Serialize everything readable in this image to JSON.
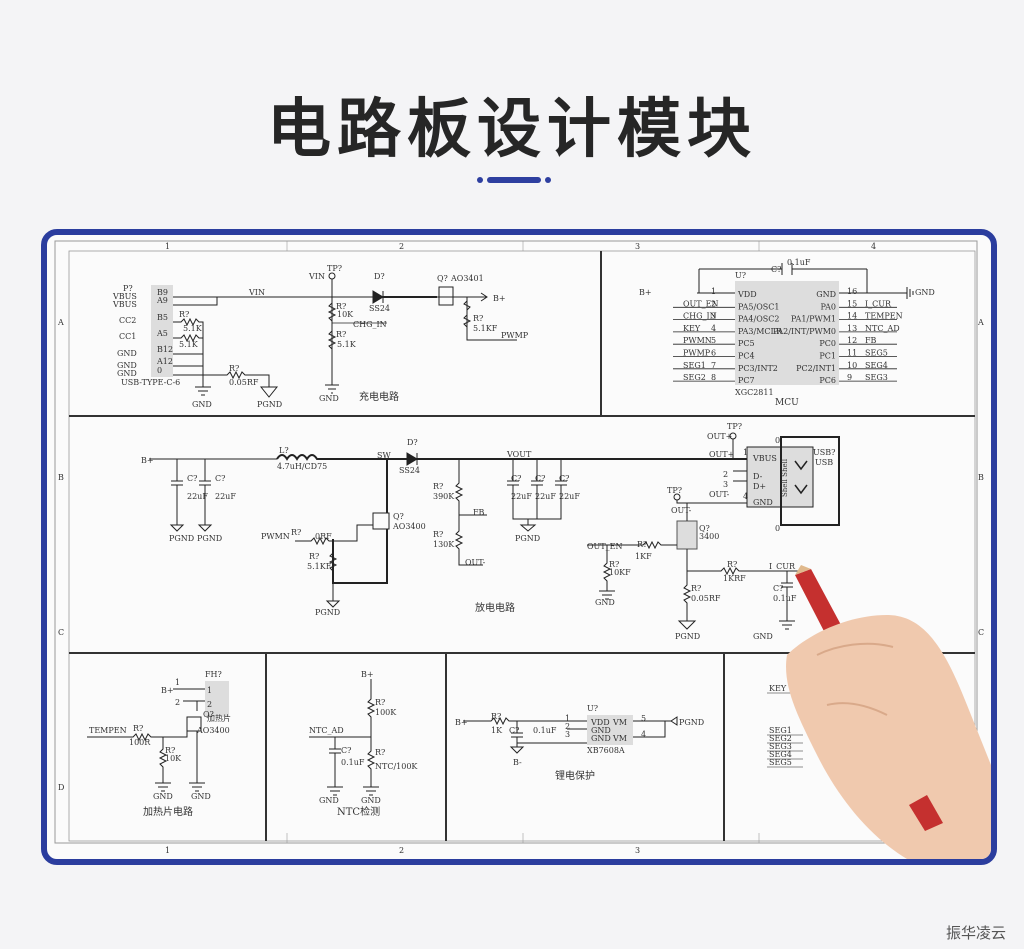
{
  "page": {
    "title": "电路板设计模块",
    "watermark": "振华凌云",
    "accent_color": "#2b3d9e"
  },
  "sheet": {
    "columns": [
      "1",
      "2",
      "3",
      "4"
    ],
    "rows": [
      "A",
      "B",
      "C",
      "D"
    ],
    "bottom_columns": [
      "1",
      "2",
      "3"
    ]
  },
  "charge": {
    "caption": "充电电路",
    "usb": {
      "ref": "P?",
      "part": "USB-TYPE-C-6",
      "pins_left": [
        "VBUS",
        "VBUS",
        "CC2",
        "CC1",
        "GND",
        "GND",
        "GND"
      ],
      "pins_right": [
        "B9",
        "A9",
        "B5",
        "A5",
        "B12",
        "A12",
        "0"
      ]
    },
    "res_cc1": {
      "ref": "R?",
      "val": "5.1K"
    },
    "res_cc2": {
      "ref": "R?",
      "val": "5.1K"
    },
    "res_sense": {
      "ref": "R?",
      "val": "0.05RF"
    },
    "vin_label": "VIN",
    "tp_label": "TP?",
    "tp_net": "VIN",
    "diode": {
      "ref": "D?",
      "part": "SS24"
    },
    "r10k": {
      "ref": "R?",
      "val": "10K"
    },
    "r51k": {
      "ref": "R?",
      "val": "5.1K"
    },
    "chg_in": "CHG_IN",
    "mos": {
      "ref": "Q?",
      "part": "AO3401"
    },
    "r51kf": {
      "ref": "R?",
      "val": "5.1KF"
    },
    "bplus": "B+",
    "pwmp": "PWMP",
    "gnd": "GND",
    "pgnd": "PGND"
  },
  "mcu": {
    "caption": "MCU",
    "ref": "U?",
    "part": "XGC2811",
    "bplus": "B+",
    "gnd_label": "GND",
    "cap": {
      "ref": "C?",
      "val": "0.1uF"
    },
    "pin1": "1",
    "pin16": "16",
    "left_pins": [
      {
        "net": "",
        "num": "1",
        "name": "VDD"
      },
      {
        "net": "OUT_EN",
        "num": "2",
        "name": "PA5/OSC1"
      },
      {
        "net": "CHG_IN",
        "num": "3",
        "name": "PA4/OSC2"
      },
      {
        "net": "KEY",
        "num": "4",
        "name": "PA3/MCLR"
      },
      {
        "net": "PWMN",
        "num": "5",
        "name": "PC5"
      },
      {
        "net": "PWMP",
        "num": "6",
        "name": "PC4"
      },
      {
        "net": "SEG1",
        "num": "7",
        "name": "PC3/INT2"
      },
      {
        "net": "SEG2",
        "num": "8",
        "name": "PC7"
      }
    ],
    "right_pins": [
      {
        "net": "",
        "num": "16",
        "name": "GND"
      },
      {
        "net": "I_CUR",
        "num": "15",
        "name": "PA0"
      },
      {
        "net": "TEMPEN",
        "num": "14",
        "name": "PA1/PWM1"
      },
      {
        "net": "NTC_AD",
        "num": "13",
        "name": "PA2/INT/PWM0"
      },
      {
        "net": "FB",
        "num": "12",
        "name": "PC0"
      },
      {
        "net": "SEG5",
        "num": "11",
        "name": "PC1"
      },
      {
        "net": "SEG4",
        "num": "10",
        "name": "PC2/INT1"
      },
      {
        "net": "SEG3",
        "num": "9",
        "name": "PC6"
      }
    ]
  },
  "discharge": {
    "caption": "放电电路",
    "bplus": "B+",
    "c1": {
      "ref": "C?",
      "val": "22uF"
    },
    "c2": {
      "ref": "C?",
      "val": "22uF"
    },
    "inductor": {
      "ref": "L?",
      "val": "4.7uH/CD75"
    },
    "sw": "SW",
    "diode": {
      "ref": "D?",
      "part": "SS24"
    },
    "mos": {
      "ref": "Q?",
      "part": "AO3400"
    },
    "pwmn": "PWMN",
    "rg": {
      "ref": "R?",
      "val": "0RF"
    },
    "rpd": {
      "ref": "R?",
      "val": "5.1KF"
    },
    "r390": {
      "ref": "R?",
      "val": "390K"
    },
    "r130": {
      "ref": "R?",
      "val": "130K"
    },
    "fb": "FB",
    "out_minus": "OUT-",
    "vout": "VOUT",
    "c3": {
      "ref": "C?",
      "val": "22uF"
    },
    "c4": {
      "ref": "C?",
      "val": "22uF"
    },
    "c5": {
      "ref": "C?",
      "val": "22uF"
    },
    "pgnd": "PGND",
    "gnd": "GND",
    "tp_out_plus": "OUT+",
    "tp": "TP?",
    "tp_out_minus": "OUT-",
    "out_plus_net": "OUT+",
    "out_minus_net": "OUT-",
    "usb": {
      "ref": "USB?",
      "part": "USB",
      "pins": [
        "VBUS",
        "D-",
        "D+",
        "GND"
      ],
      "nums": [
        "1",
        "2",
        "3",
        "4"
      ],
      "shell": "Shell Shell",
      "zero": "0"
    },
    "q2": {
      "ref": "Q?",
      "part": "3400"
    },
    "out_en": "OUT_EN",
    "r1kf": {
      "ref": "R?",
      "val": "1KF"
    },
    "r10kf": {
      "ref": "R?",
      "val": "10KF"
    },
    "r1krf": {
      "ref": "R?",
      "val": "1KRF"
    },
    "i_cur": "I_CUR",
    "cap": {
      "ref": "C?",
      "val": "0.1uF"
    },
    "rs": {
      "ref": "R?",
      "val": "0.05RF"
    }
  },
  "heater": {
    "caption": "加热片电路",
    "bplus": "B+",
    "conn": {
      "ref": "FH?",
      "label": "加热片",
      "pins": [
        "1",
        "2"
      ]
    },
    "mos": {
      "ref": "Q?",
      "part": "AO3400"
    },
    "tempen": "TEMPEN",
    "rg": {
      "ref": "R?",
      "val": "100R"
    },
    "rpd": {
      "ref": "R?",
      "val": "10K"
    },
    "gnd": "GND"
  },
  "ntc": {
    "caption": "NTC检测",
    "bplus": "B+",
    "r": {
      "ref": "R?",
      "val": "100K"
    },
    "ntc": {
      "ref": "R?",
      "val": "NTC/100K"
    },
    "net": "NTC_AD",
    "cap": {
      "ref": "C?",
      "val": "0.1uF"
    },
    "gnd": "GND"
  },
  "battery": {
    "caption": "锂电保护",
    "bplus": "B+",
    "bminus": "B-",
    "r": {
      "ref": "R?",
      "val": "1K"
    },
    "cap": {
      "ref": "C?",
      "val": "0.1uF"
    },
    "ic": {
      "ref": "U?",
      "part": "XB7608A",
      "pins_left": [
        "VDD",
        "GND",
        "GND"
      ],
      "pins_right": [
        "VM",
        "",
        "VM"
      ],
      "nums_left": [
        "1",
        "2",
        "3"
      ],
      "nums_right": [
        "5",
        "",
        "4"
      ]
    },
    "pgnd": "PGND"
  },
  "display": {
    "nets": [
      "KEY",
      "SEG1",
      "SEG2",
      "SEG3",
      "SEG4",
      "SEG5"
    ]
  }
}
